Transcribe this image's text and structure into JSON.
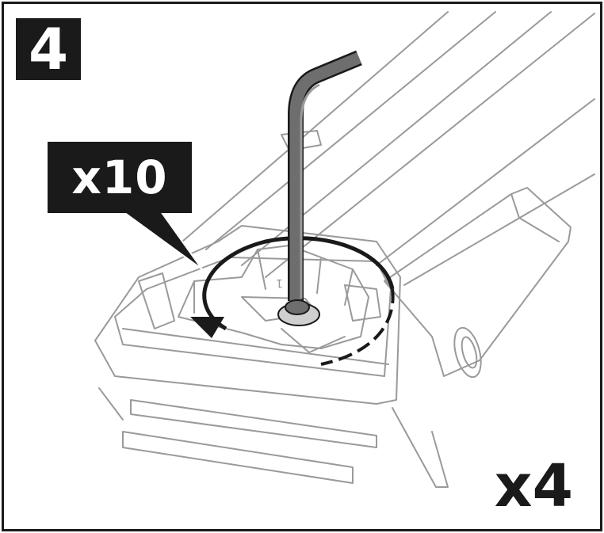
{
  "step": {
    "number": "4"
  },
  "callout": {
    "count": "x10"
  },
  "footer": {
    "multiplier": "x4"
  },
  "product_marking": {
    "label": "1"
  },
  "icons": {
    "tool": "hex-key-icon",
    "rotation": "clockwise-arrow-icon"
  },
  "colors": {
    "ink": "#1a1a1a",
    "outline": "#9a9a9a",
    "tool": "#6e6e6e"
  }
}
